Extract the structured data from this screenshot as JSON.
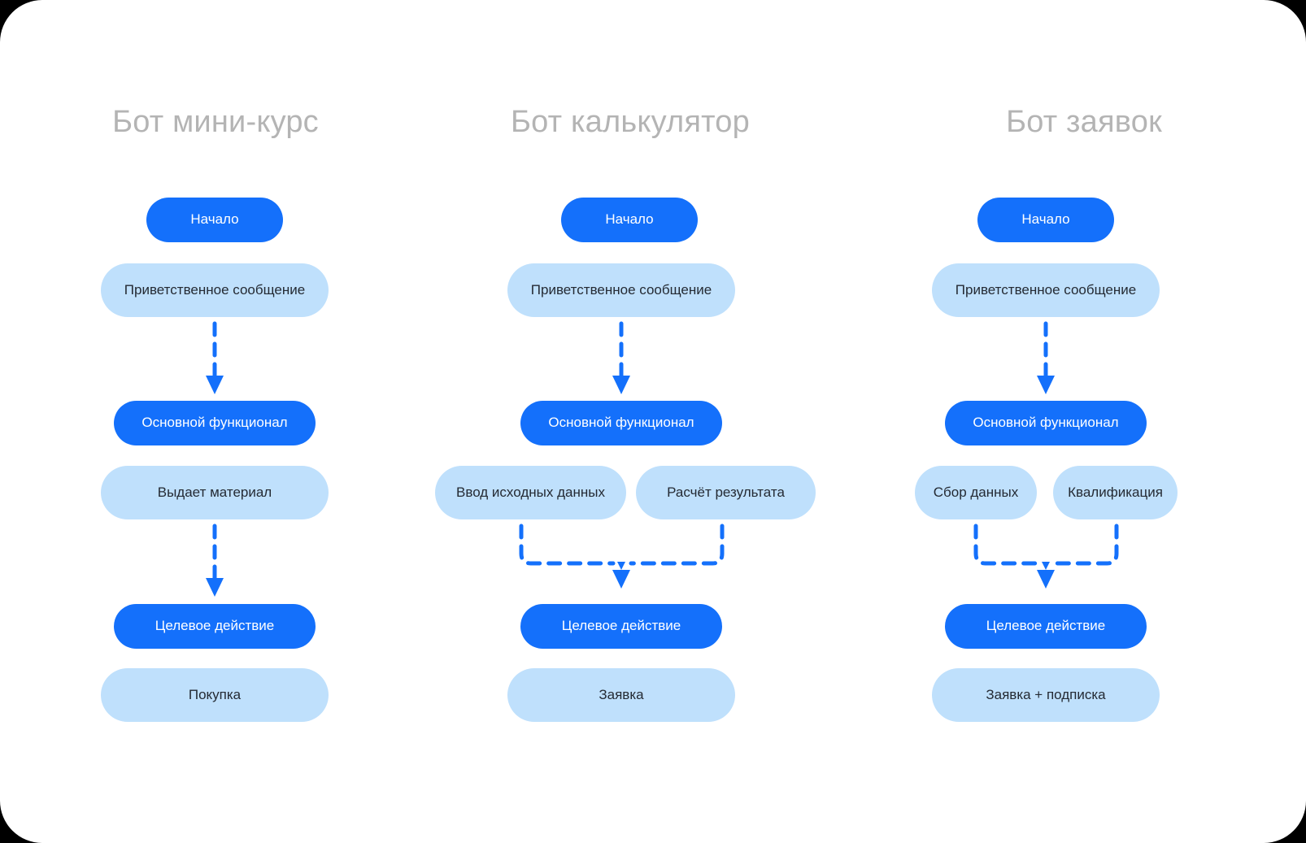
{
  "page": {
    "background_color": "#000000",
    "card_color": "#ffffff",
    "title_color": "#b4b4b4",
    "accent_primary": "#1470fb",
    "accent_soft": "#bfe0fc",
    "text_dark": "#242a33",
    "text_light": "#ffffff"
  },
  "columns": [
    {
      "title": "Бот мини-курс",
      "nodes": {
        "start": "Начало",
        "welcome": "Приветственное сообщение",
        "core": "Основной функционал",
        "branch_left": "Выдает материал",
        "branch_right": "",
        "target": "Целевое действие",
        "result": "Покупка"
      }
    },
    {
      "title": "Бот калькулятор",
      "nodes": {
        "start": "Начало",
        "welcome": "Приветственное сообщение",
        "core": "Основной функционал",
        "branch_left": "Ввод исходных данных",
        "branch_right": "Расчёт результата",
        "target": "Целевое действие",
        "result": "Заявка"
      }
    },
    {
      "title": "Бот заявок",
      "nodes": {
        "start": "Начало",
        "welcome": "Приветственное сообщение",
        "core": "Основной функционал",
        "branch_left": "Сбор данных",
        "branch_right": "Квалификация",
        "target": "Целевое действие",
        "result": "Заявка + подписка"
      }
    }
  ]
}
